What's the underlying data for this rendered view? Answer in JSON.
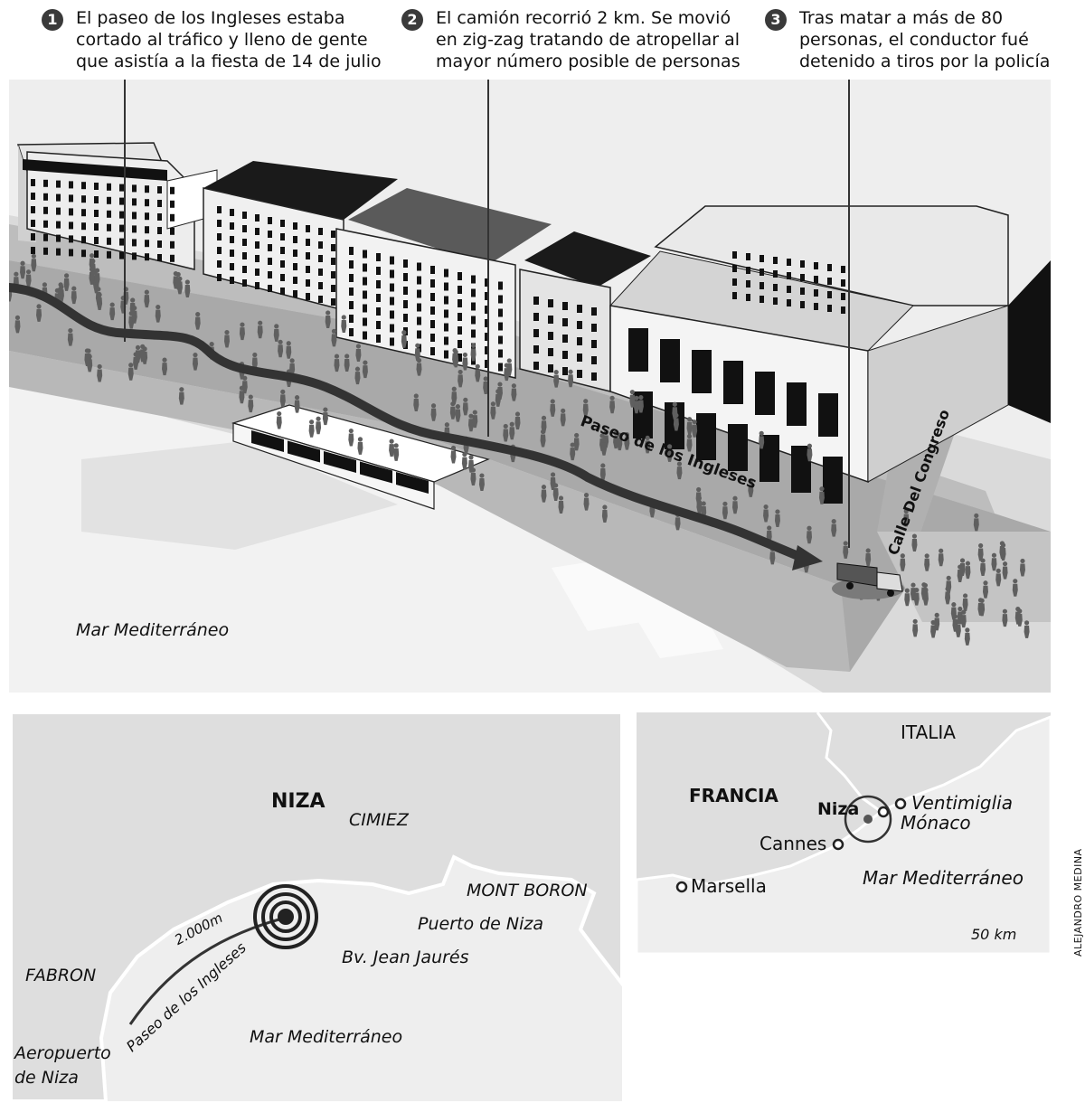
{
  "annotations": [
    {
      "number": "1",
      "text": "El paseo de los Ingleses estaba\ncortado al tráfico y lleno de gente\nque asistía a la fiesta de 14 de julio"
    },
    {
      "number": "2",
      "text": "El camión recorrió 2 km. Se movió\nen zig-zag tratando de atropellar al\nmayor número posible de personas"
    },
    {
      "number": "3",
      "text": "Tras matar a más de 80\npersonas, el conductor fué\ndetenido a tiros por la policía"
    }
  ],
  "scene": {
    "street_label": "Paseo de los Ingleses",
    "side_street_label": "Calle Del Congreso",
    "sea_label": "Mar Mediterráneo"
  },
  "city_map": {
    "city_label": "NIZA",
    "districts": [
      "CIMIEZ",
      "MONT BORON",
      "FABRON"
    ],
    "port_label": "Puerto de Niza",
    "boulevard_label": "Bv. Jean Jaurés",
    "route_label": "Paseo de los Ingleses",
    "distance_label": "2.000m",
    "sea_label": "Mar Mediterráneo",
    "airport_label": "Aeropuerto\nde Niza"
  },
  "region_map": {
    "country_label": "ITALIA",
    "france_label": "FRANCIA",
    "cities": {
      "nice": "Niza",
      "ventimiglia": "Ventimiglia",
      "monaco": "Mónaco",
      "cannes": "Cannes",
      "marseille": "Marsella"
    },
    "sea_label": "Mar Mediterráneo",
    "scale_label": "50 km"
  },
  "credit": "ALEJANDRO MEDINA",
  "colors": {
    "route": "#333333",
    "ground": "#dcdcdc",
    "road": "#a8a8a8",
    "sea": "#eeeeee"
  }
}
